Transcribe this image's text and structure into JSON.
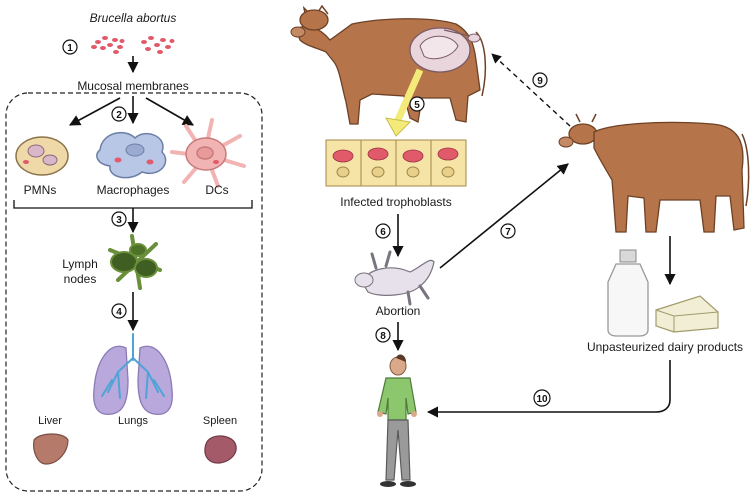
{
  "labels": {
    "bacterium": "Brucella abortus",
    "mucosal": "Mucosal membranes",
    "pmns": "PMNs",
    "macrophages": "Macrophages",
    "dcs": "DCs",
    "lymph_line1": "Lymph",
    "lymph_line2": "nodes",
    "lungs": "Lungs",
    "liver": "Liver",
    "spleen": "Spleen",
    "trophoblasts": "Infected trophoblasts",
    "abortion": "Abortion",
    "dairy": "Unpasteurized dairy products"
  },
  "steps": [
    "1",
    "2",
    "3",
    "4",
    "5",
    "6",
    "7",
    "8",
    "9",
    "10"
  ],
  "colors": {
    "cow_body": "#b5744a",
    "cow_dark": "#8a5230",
    "pmn": "#efd9a8",
    "macrophage": "#b8c7e6",
    "dc": "#f2b3b3",
    "lymph": "#6a8f3a",
    "lungs": "#b9a8dc",
    "lung_vessels": "#4fa3d6",
    "bacteria": "#e05a6a",
    "trophoblast": "#f6e3a6",
    "highlight_arrow": "#f3ea7a",
    "shirt": "#8cc66d"
  }
}
